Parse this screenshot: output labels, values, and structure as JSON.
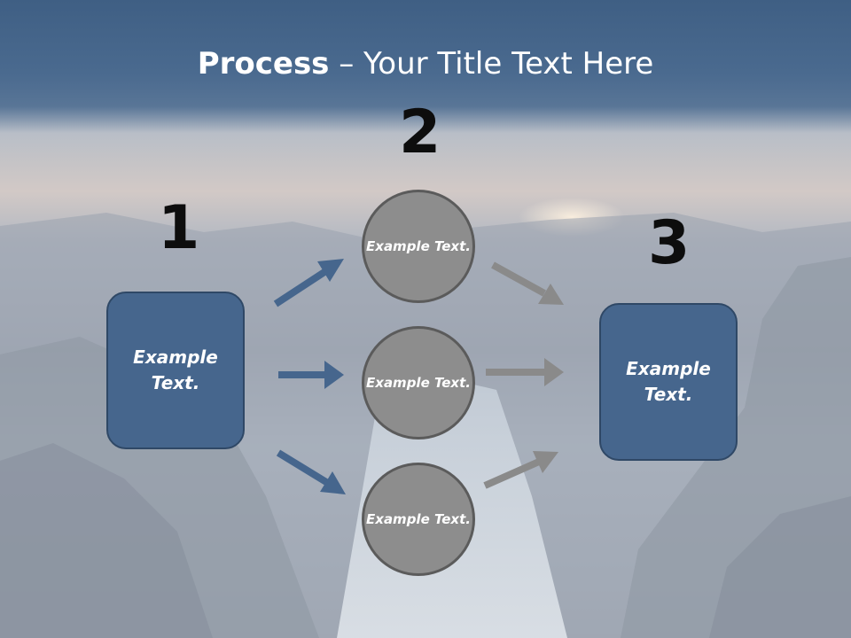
{
  "title": {
    "bold": "Process",
    "rest": " – Your Title Text Here"
  },
  "steps": [
    {
      "number": "1",
      "text": "Example Text."
    },
    {
      "number": "2"
    },
    {
      "number": "3",
      "text": "Example Text."
    }
  ],
  "circles": [
    {
      "text": "Example Text."
    },
    {
      "text": "Example Text."
    },
    {
      "text": "Example Text."
    }
  ],
  "colors": {
    "box_fill": "#46668d",
    "circle_fill": "#8d8d8d",
    "arrow_blue": "#46668d",
    "arrow_gray": "#8a8a8a",
    "title_band": "#4a6a8f"
  }
}
